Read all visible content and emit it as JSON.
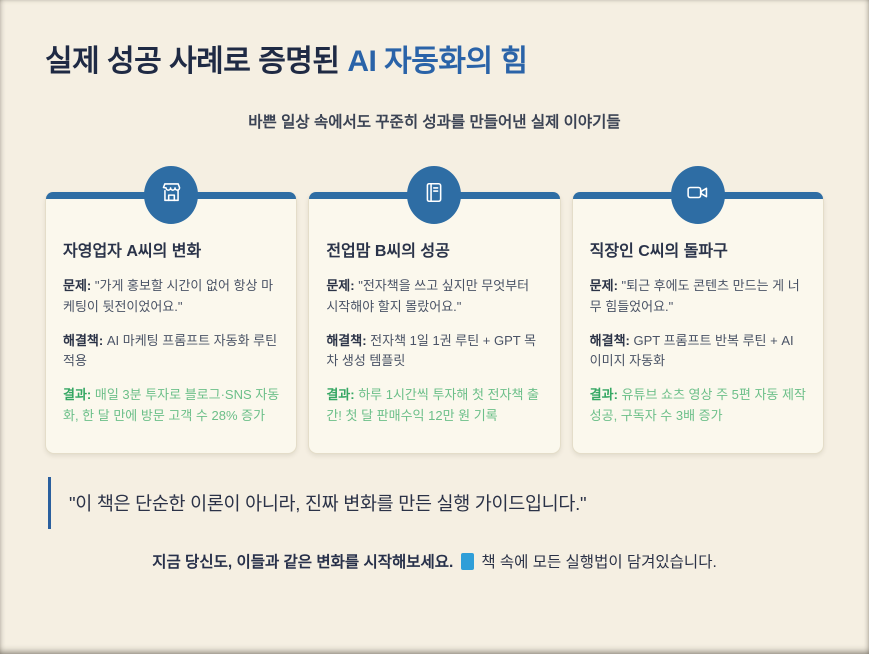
{
  "page": {
    "title": {
      "prefix": "실제 성공 사례로 증명된 ",
      "highlight": "AI 자동화의 힘"
    },
    "subtitle": "바쁜 일상 속에서도 꾸준히 성과를 만들어낸 실제 이야기들"
  },
  "labels": {
    "problem": "문제:",
    "solution": "해결책:",
    "result": "결과:"
  },
  "cards": [
    {
      "icon": "storefront-icon",
      "title": "자영업자 A씨의 변화",
      "problem": "\"가게 홍보할 시간이 없어 항상 마케팅이 뒷전이었어요.\"",
      "solution": "AI 마케팅 프롬프트 자동화 루틴 적용",
      "result": "매일 3분 투자로 블로그·SNS 자동화, 한 달 만에 방문 고객 수 28% 증가"
    },
    {
      "icon": "book-icon",
      "title": "전업맘 B씨의 성공",
      "problem": "\"전자책을 쓰고 싶지만 무엇부터 시작해야 할지 몰랐어요.\"",
      "solution": "전자책 1일 1권 루틴 + GPT 목차 생성 템플릿",
      "result": "하루 1시간씩 투자해 첫 전자책 출간! 첫 달 판매수익 12만 원 기록"
    },
    {
      "icon": "video-camera-icon",
      "title": "직장인 C씨의 돌파구",
      "problem": "\"퇴근 후에도 콘텐츠 만드는 게 너무 힘들었어요.\"",
      "solution": "GPT 프롬프트 반복 루틴 + AI 이미지 자동화",
      "result": "유튜브 쇼츠 영상 주 5편 자동 제작 성공, 구독자 수 3배 증가"
    }
  ],
  "quote": "\"이 책은 단순한 이론이 아니라, 진짜 변화를 만든 실행 가이드입니다.\"",
  "cta": {
    "bold": "지금 당신도, 이들과 같은 변화를 시작해보세요.",
    "regular": "책 속에 모든 실행법이 담겨있습니다."
  },
  "colors": {
    "background": "#f5efe2",
    "card_background": "#fbf8ed",
    "accent_blue": "#2e6da4",
    "title_navy": "#1f2a44",
    "title_blue": "#2a63a8",
    "result_green_bold": "#35a763",
    "result_green": "#6cbf89",
    "quote_bar_blue": "#2a5f9e",
    "book_glyph_blue": "#2f9ed8"
  }
}
